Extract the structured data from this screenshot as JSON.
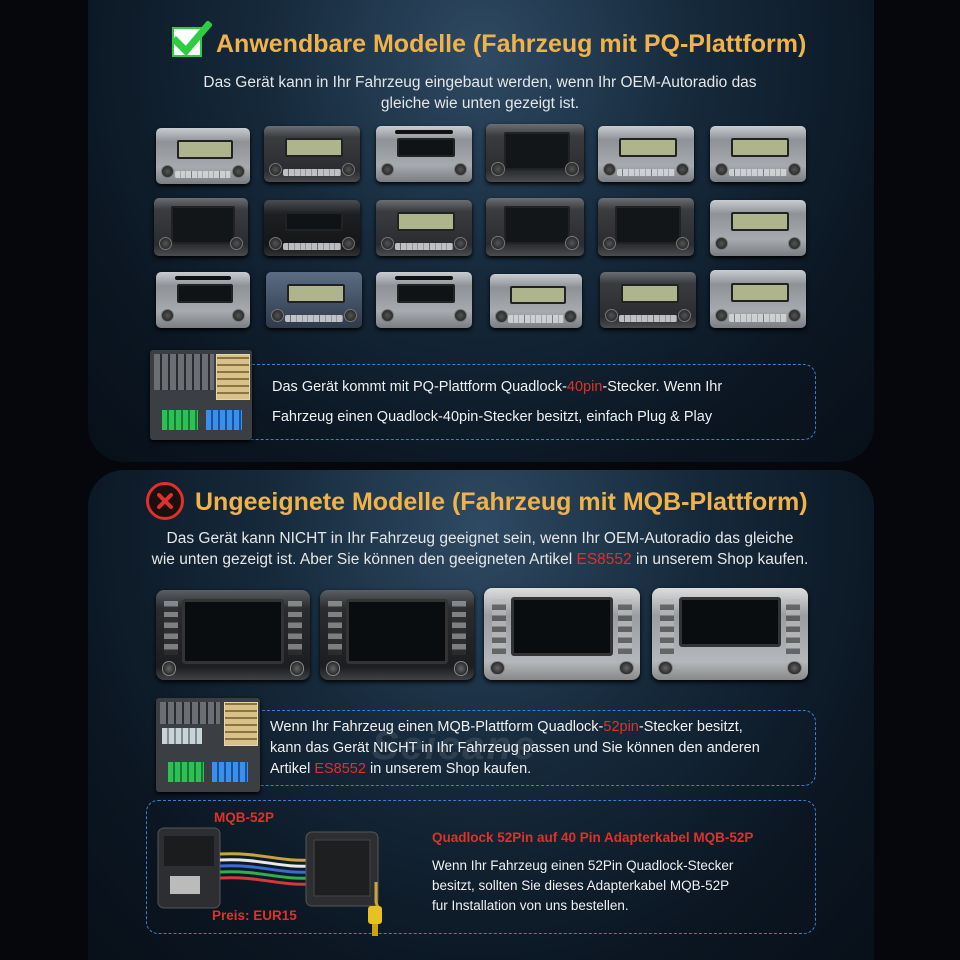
{
  "section_suitable": {
    "title": "Anwendbare Modelle (Fahrzeug mit PQ-Plattform)",
    "subtitle_line1": "Das Gerät kann in Ihr Fahrzeug eingebaut werden, wenn Ihr OEM-Autoradio das",
    "subtitle_line2": "gleiche wie unten gezeigt ist.",
    "connector_text_a": "Das Gerät kommt mit PQ-Plattform Quadlock-",
    "connector_text_highlight": "40pin",
    "connector_text_b": "-Stecker. Wenn Ihr",
    "connector_text_line2": "Fahrzeug einen Quadlock-40pin-Stecker besitzt, einfach Plug & Play",
    "check_icon": "green-check-icon"
  },
  "section_unsuitable": {
    "title": "Ungeeignete Modelle (Fahrzeug mit MQB-Plattform)",
    "subtitle_line1": "Das Gerät kann NICHT in Ihr Fahrzeug geeignet sein, wenn Ihr OEM-Autoradio das gleiche",
    "subtitle_line2_a": "wie unten gezeigt ist. Aber Sie können den geeigneten Artikel ",
    "subtitle_line2_highlight": "ES8552",
    "subtitle_line2_b": " in unserem Shop kaufen.",
    "connector_line1_a": "Wenn Ihr Fahrzeug einen MQB-Plattform Quadlock-",
    "connector_line1_highlight": "52pin",
    "connector_line1_b": "-Stecker besitzt,",
    "connector_line2": "kann das Gerät NICHT in Ihr Fahrzeug passen und Sie können den anderen",
    "connector_line3_a": "Artikel ",
    "connector_line3_highlight": "ES8552",
    "connector_line3_b": " in unserem Shop kaufen.",
    "x_icon": "red-cross-icon"
  },
  "adapter": {
    "label_top": "MQB-52P",
    "label_price": "Preis: EUR15",
    "title": "Quadlock 52Pin auf 40 Pin Adapterkabel MQB-52P",
    "line1": "Wenn Ihr Fahrzeug einen 52Pin Quadlock-Stecker",
    "line2": "besitzt, sollten Sie dieses Adapterkabel MQB-52P",
    "line3": "fur Installation von uns bestellen."
  },
  "watermark": "Seicane",
  "colors": {
    "title": "#f0b34a",
    "highlight": "#e0302a",
    "dashed_border": "#3b7fd4",
    "check": "#2ecc40"
  }
}
